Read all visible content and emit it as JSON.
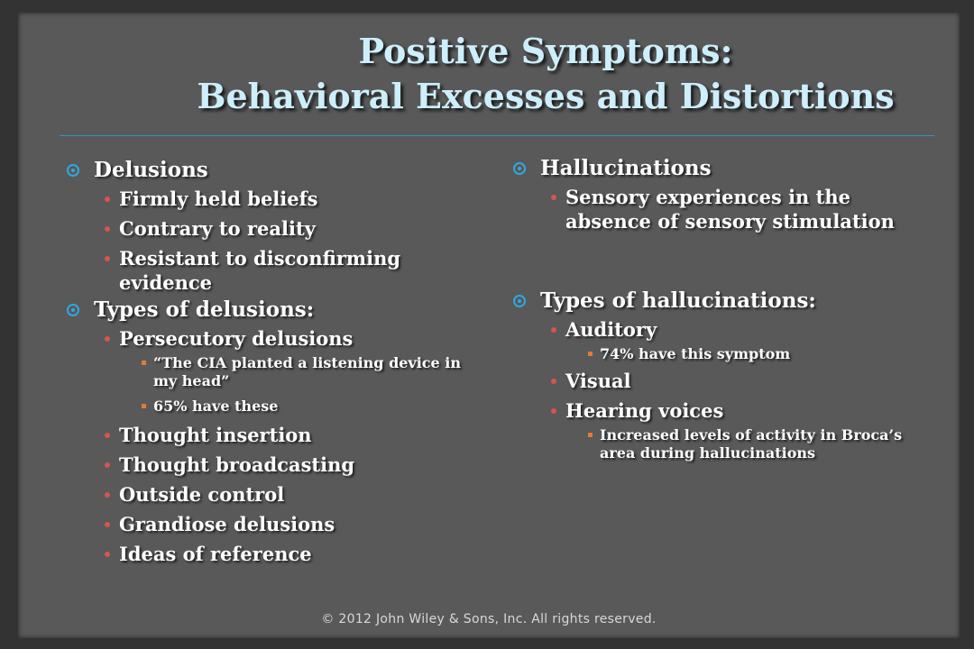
{
  "title": {
    "line1": "Positive Symptoms:",
    "line2": "Behavioral Excesses and Distortions"
  },
  "left": {
    "delusions": {
      "heading": "Delusions",
      "items": [
        "Firmly held beliefs",
        "Contrary to reality",
        "Resistant to disconfirming evidence"
      ]
    },
    "types": {
      "heading": "Types of delusions:",
      "persecutory": "Persecutory delusions",
      "persecutory_sub": [
        "“The CIA planted a listening device in my head”",
        "65% have these"
      ],
      "others": [
        "Thought insertion",
        "Thought broadcasting",
        "Outside control",
        "Grandiose delusions",
        "Ideas of reference"
      ]
    }
  },
  "right": {
    "hallucinations": {
      "heading": "Hallucinations",
      "item": "Sensory experiences in the absence of sensory stimulation"
    },
    "types": {
      "heading": "Types of hallucinations:",
      "auditory": "Auditory",
      "auditory_sub": "74% have this symptom",
      "visual": "Visual",
      "voices": "Hearing voices",
      "voices_sub": "Increased levels of activity in Broca’s area during hallucinations"
    }
  },
  "footer": "© 2012 John Wiley & Sons, Inc. All rights reserved.",
  "colors": {
    "title": "#cdeefb",
    "rule": "#2f95c2",
    "level1_marker": "#2fa8de",
    "level2_marker": "#d9534f",
    "level3_marker": "#e07b3a",
    "slide_bg": "#595959"
  }
}
